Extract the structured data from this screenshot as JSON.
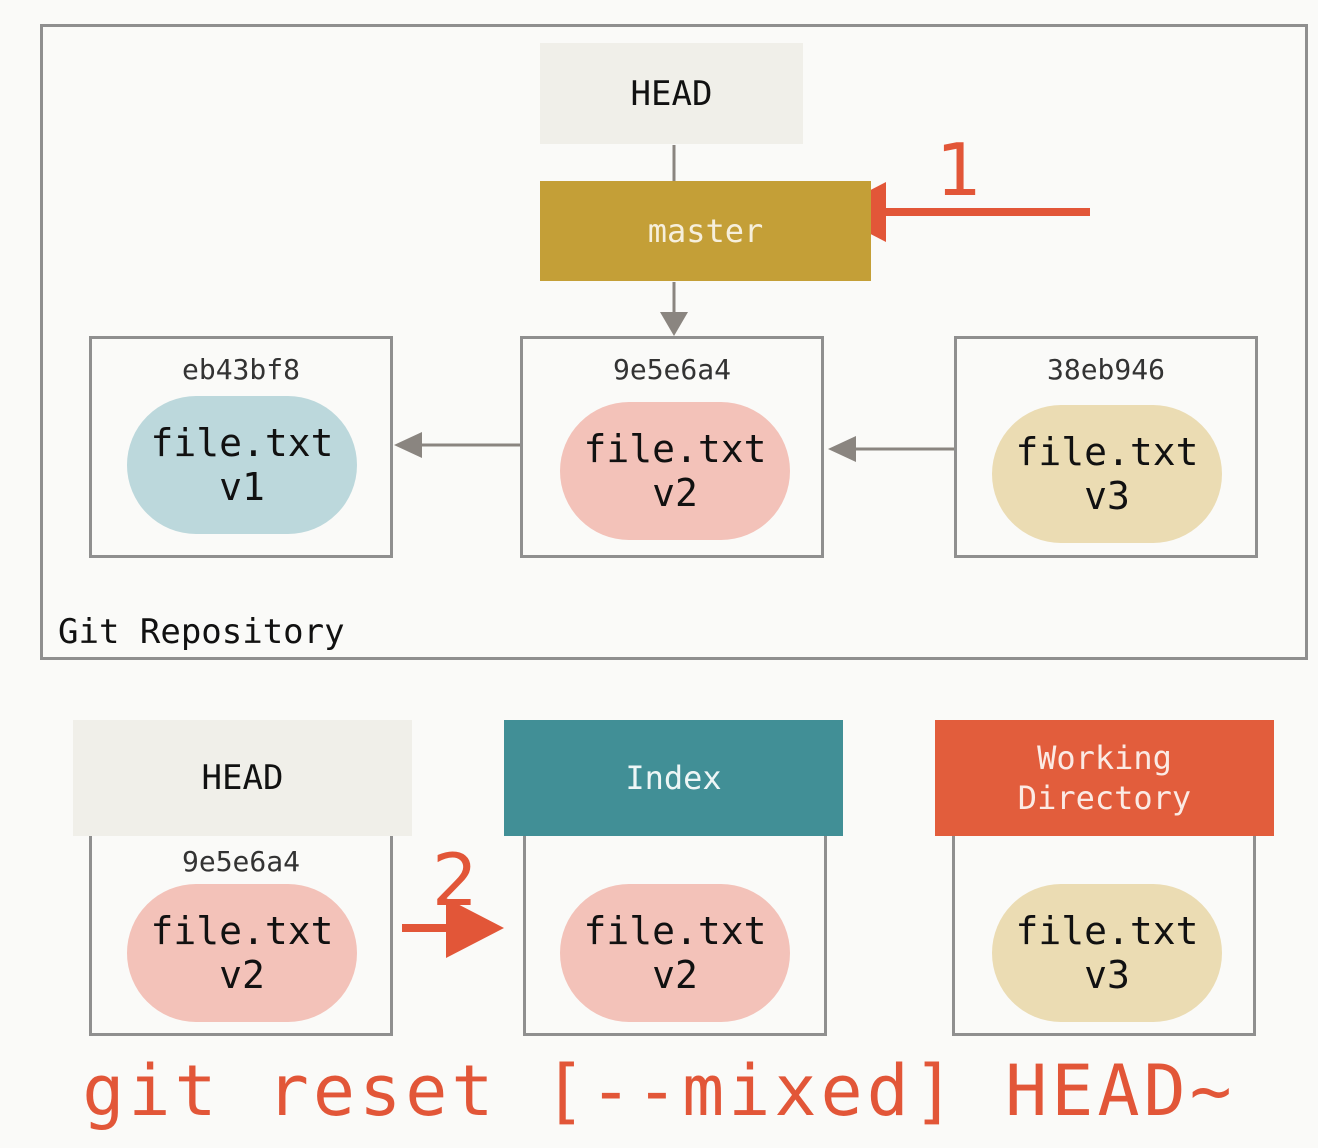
{
  "repo": {
    "label": "Git Repository",
    "head": "HEAD",
    "branch": "master",
    "commits": [
      {
        "hash": "eb43bf8",
        "file": "file.txt",
        "version": "v1"
      },
      {
        "hash": "9e5e6a4",
        "file": "file.txt",
        "version": "v2"
      },
      {
        "hash": "38eb946",
        "file": "file.txt",
        "version": "v3"
      }
    ]
  },
  "areas": {
    "head": {
      "title": "HEAD",
      "hash": "9e5e6a4",
      "file": "file.txt",
      "version": "v2"
    },
    "index": {
      "title": "Index",
      "file": "file.txt",
      "version": "v2"
    },
    "workdir": {
      "title_line1": "Working",
      "title_line2": "Directory",
      "file": "file.txt",
      "version": "v3"
    }
  },
  "steps": {
    "one": "1",
    "two": "2"
  },
  "command": "git reset [--mixed] HEAD~",
  "colors": {
    "head_bg": "#f0efe9",
    "master_bg": "#c49f37",
    "index_bg": "#418f96",
    "workdir_bg": "#e25d3c",
    "accent": "#e25638",
    "blob_v1": "#bcd8dc",
    "blob_v2": "#f3c2b9",
    "blob_v3": "#ebdcb3"
  }
}
